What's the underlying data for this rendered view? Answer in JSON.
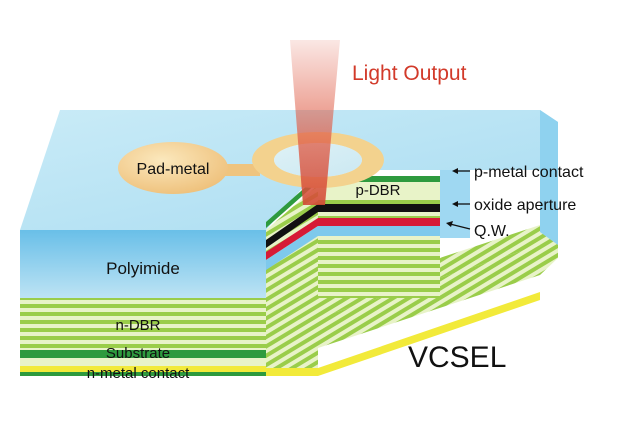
{
  "labels": {
    "light_output": "Light Output",
    "pad_metal": "Pad-metal",
    "p_dbr": "p-DBR",
    "p_metal_contact": "p-metal contact",
    "oxide_aperture": "oxide aperture",
    "qw": "Q.W.",
    "polyimide": "Polyimide",
    "n_dbr": "n-DBR",
    "substrate": "Substrate",
    "n_metal_contact": "n-metal contact",
    "vcsel": "VCSEL"
  },
  "colors": {
    "light_beam": "#e0604a",
    "light_text": "#d23a2a",
    "polyimide_top": "#bfe6f5",
    "polyimide_front": "#7ec9ec",
    "dbr_green": "#9acd4a",
    "dbr_light": "#e8f3c8",
    "metal_yellow": "#f2ea3a",
    "pad_metal": "#f3d28e",
    "oxide_black": "#111111",
    "qw_red": "#d61a36",
    "p_contact_green": "#2e9a3e"
  },
  "icons": [
    "arrow-left-icon"
  ]
}
